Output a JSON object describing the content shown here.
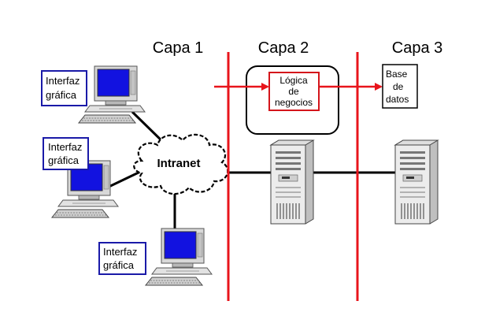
{
  "layers": {
    "capa1": "Capa 1",
    "capa2": "Capa 2",
    "capa3": "Capa 3"
  },
  "clients": [
    {
      "line1": "Interfaz",
      "line2": "gráfica"
    },
    {
      "line1": "Interfaz",
      "line2": "gráfica"
    },
    {
      "line1": "Interfaz",
      "line2": "gráfica"
    }
  ],
  "network": {
    "label": "Intranet"
  },
  "business_logic": {
    "line1": "Lógica",
    "line2": "de",
    "line3": "negocios"
  },
  "database": {
    "line1": "Base",
    "line2": "de",
    "line3": "datos"
  },
  "colors": {
    "layer_divider": "#e8141b",
    "client_box_border": "#1a1aa8",
    "monitor_screen": "#1212e0",
    "logic_box_border": "#d4151b"
  }
}
